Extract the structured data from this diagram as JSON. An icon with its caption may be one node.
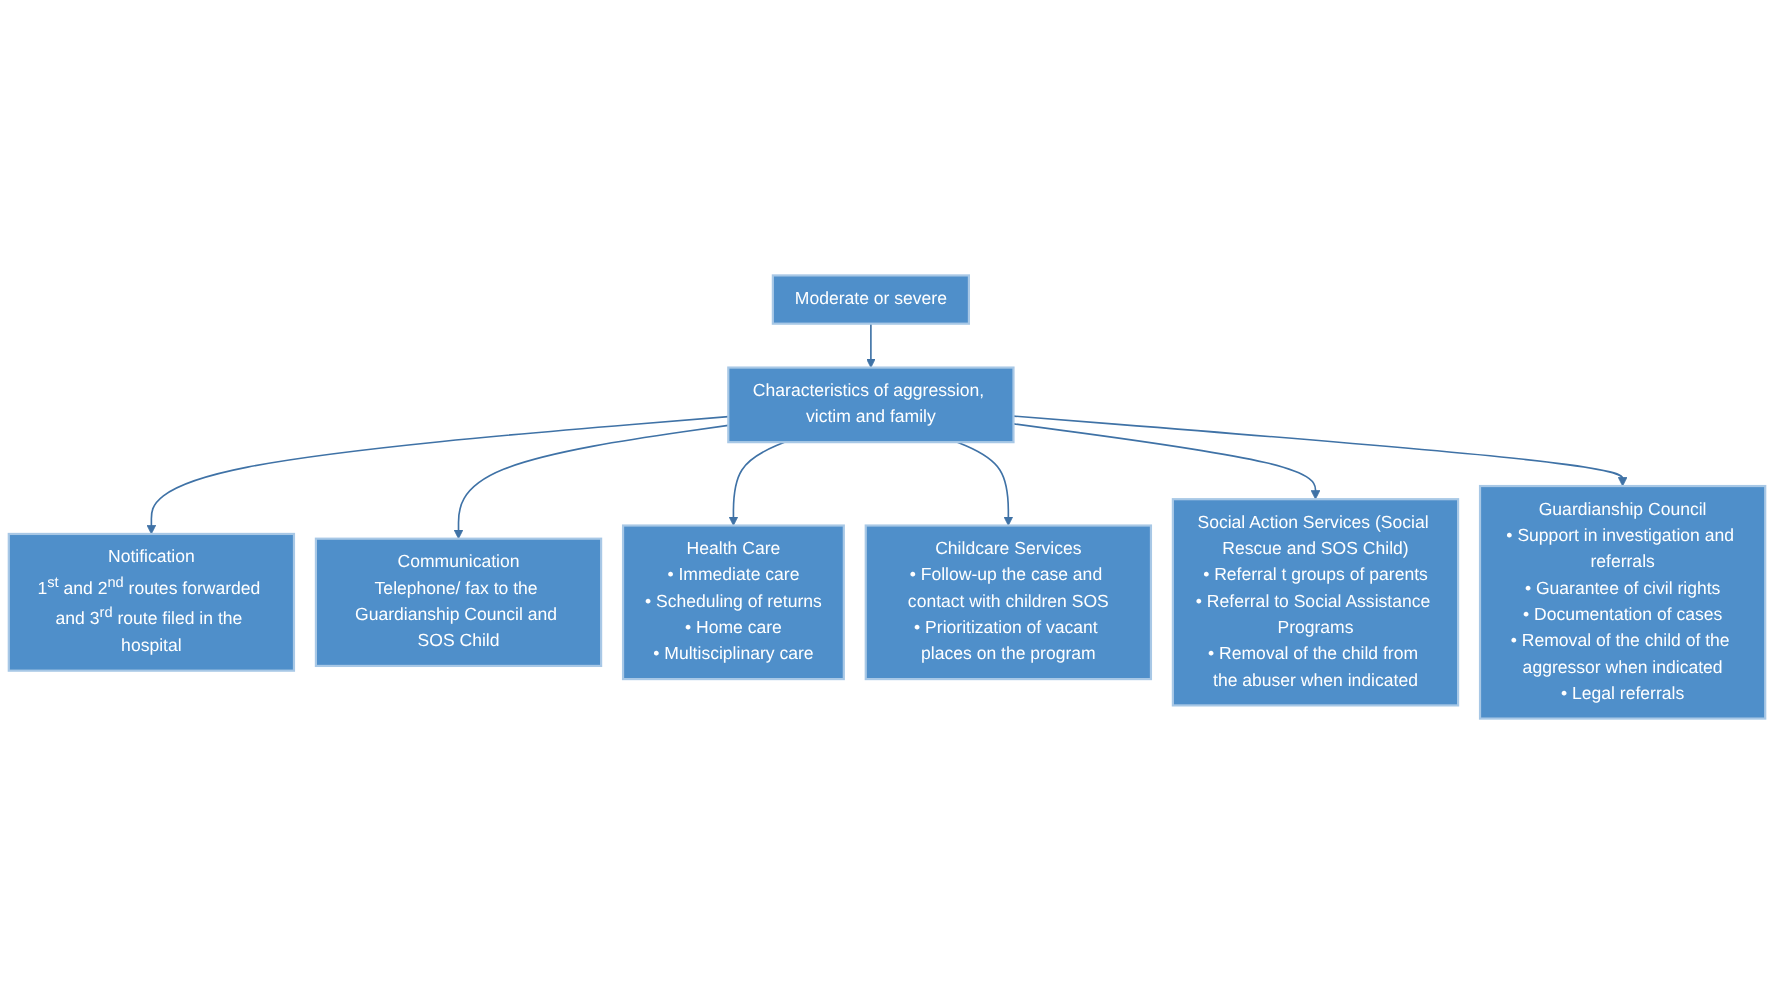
{
  "diagram": {
    "nodes": [
      {
        "text": [
          "Moderate or severe"
        ]
      },
      {
        "text": [
          "Notification",
          "1$^{st}$ and 2$^{nd}$ routes forwarded and 3$^{rd}$ route filed in the hospital"
        ]
      },
      {
        "text": [
          "Characteristics of aggression, victim and family"
        ]
      },
      {
        "text": [
          "Communication",
          "Telephone/ fax to the Guardianship Council and SOS Child"
        ]
      },
      {
        "text": [
          "Health Care",
          "• Immediate care",
          "• Scheduling of returns",
          "• Home care",
          "• Multisciplinary care"
        ]
      },
      {
        "text": [
          "Childcare Services",
          "• Follow-up the case and contact with children SOS",
          "• Prioritization of vacant places on the program"
        ]
      },
      {
        "text": [
          "Social Action Services (Social Rescue and SOS Child)",
          "• Referral t groups of parents",
          "• Referral to Social Assistance Programs",
          "• Removal of the child from the abuser when indicated"
        ]
      },
      {
        "text": [
          "Guardianship Council",
          "• Support in investigation and referrals",
          "• Guarantee of civil rights",
          "• Documentation of cases",
          "• Removal of the child of the aggressor when indicated",
          "• Legal referrals"
        ]
      }
    ],
    "edges": [
      {
        "from": 0,
        "to": 2,
        "arrow": "to"
      },
      {
        "from": 2,
        "to": 1,
        "arrow": "to"
      },
      {
        "from": 2,
        "to": 3,
        "arrow": "to"
      },
      {
        "from": 2,
        "to": 4,
        "arrow": "to"
      },
      {
        "from": 2,
        "to": 5,
        "arrow": "to"
      },
      {
        "from": 2,
        "to": 6,
        "arrow": "to"
      },
      {
        "from": 2,
        "to": 7,
        "arrow": "to"
      }
    ]
  }
}
